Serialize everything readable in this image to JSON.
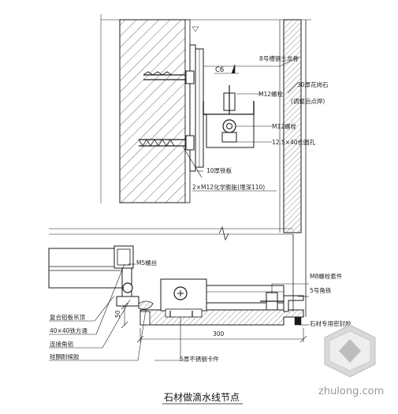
{
  "title": "石材做滴水线节点",
  "section_mark": "C6",
  "labels": {
    "channel_steel": "8号槽钢主龙骨",
    "granite": "30厚花岗石",
    "granite_note": "(调整后点焊)",
    "m12_bolt_1": "M12螺栓",
    "m12_bolt_2": "M12螺栓",
    "slot_hole": "12.5×40长圆孔",
    "steel_plate": "10厚铁板",
    "chem_anchor": "2×M12化学膨胀(埋深110)",
    "m5_screw": "M5螺丝",
    "m8_bolt": "M8螺栓套件",
    "angle_5": "5号角铁",
    "sealant": "石材专用密封胶",
    "panel_ceiling": "复合铝板吊顶",
    "square_tube": "40×40铁方通",
    "connect_angle": "连接角铝",
    "silicone": "硅酮耐候胶",
    "ss_clip": "5厚不锈钢卡件",
    "dim_50": "50",
    "dim_300": "300"
  },
  "watermark": "zhulong.com",
  "colors": {
    "line": "#1a1a1a",
    "hatch": "#555555",
    "wm": "#9a9a9a"
  }
}
